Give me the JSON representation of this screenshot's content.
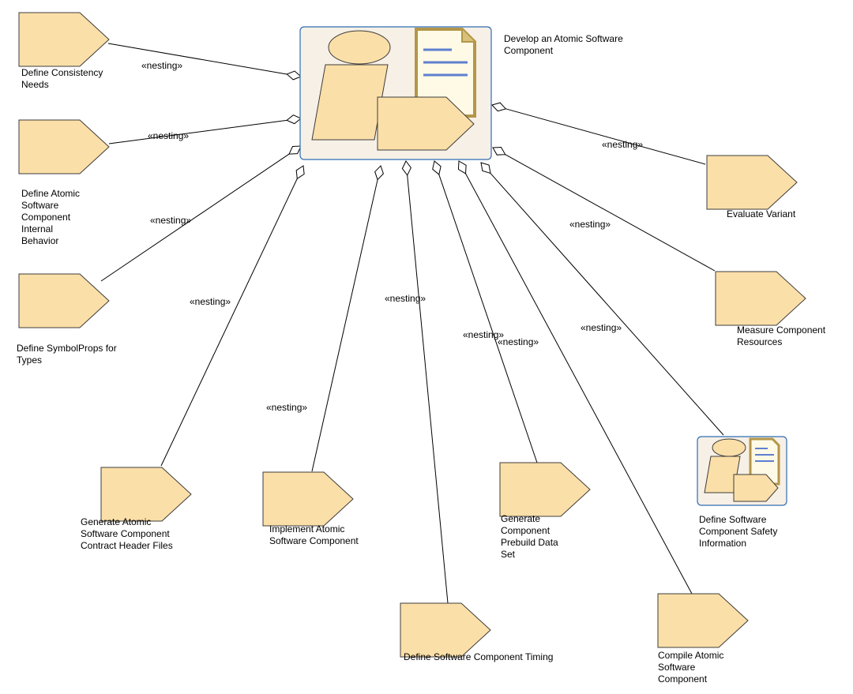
{
  "colors": {
    "shape_fill": "#fbdfa8",
    "shape_stroke": "#3c3c3c",
    "container_fill": "#f7f0e6",
    "container_stroke": "#2e6db4",
    "doc_fill": "#fefae6",
    "doc_stroke": "#b4964a",
    "doc_lines": "#5f7fd0",
    "edge": "#000000",
    "diamond_fill": "#ffffff"
  },
  "main_activity": {
    "label": "Develop an Atomic Software\nComponent",
    "icon": "process-icon"
  },
  "tasks": {
    "consistency": "Define Consistency\nNeeds",
    "internal_behavior": "Define Atomic\nSoftware\nComponent\nInternal\nBehavior",
    "symbolprops": "Define SymbolProps for\nTypes",
    "generate_contract": "Generate Atomic\nSoftware Component\nContract Header Files",
    "implement": "Implement Atomic\nSoftware Component",
    "timing": "Define Software Component Timing",
    "prebuild": "Generate\nComponent\nPrebuild Data\nSet",
    "compile": "Compile Atomic\nSoftware\nComponent",
    "safety": "Define Software\nComponent Safety\nInformation",
    "measure": "Measure Component\nResources",
    "evaluate": "Evaluate Variant"
  },
  "edge_label": "«nesting»",
  "edge_labels": [
    "«nesting»",
    "«nesting»",
    "«nesting»",
    "«nesting»",
    "«nesting»",
    "«nesting»",
    "«nesting»",
    "«nesting»",
    "«nesting»",
    "«nesting»",
    "«nesting»"
  ]
}
